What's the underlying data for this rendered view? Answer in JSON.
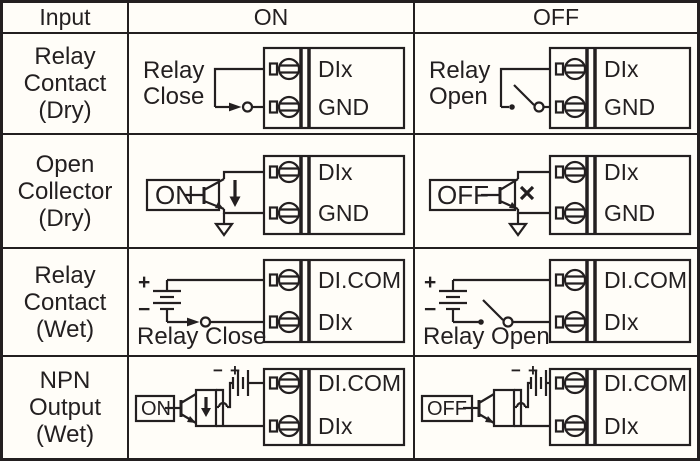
{
  "colors": {
    "ink": "#231f20",
    "bg": "#fffdf8"
  },
  "header": {
    "input": "Input",
    "on": "ON",
    "off": "OFF"
  },
  "rows": [
    {
      "label_lines": [
        "Relay",
        "Contact",
        "(Dry)"
      ],
      "on": {
        "line1": "Relay",
        "line2": "Close",
        "switch_state": "closed",
        "terminal_top": "DIx",
        "terminal_bottom": "GND"
      },
      "off": {
        "line1": "Relay",
        "line2": "Open",
        "switch_state": "open",
        "terminal_top": "DIx",
        "terminal_bottom": "GND"
      }
    },
    {
      "label_lines": [
        "Open",
        "Collector",
        "(Dry)"
      ],
      "on": {
        "source": "ON",
        "current_symbol": "down-arrow",
        "terminal_top": "DIx",
        "terminal_bottom": "GND"
      },
      "off": {
        "source": "OFF",
        "current_symbol": "cross",
        "terminal_top": "DIx",
        "terminal_bottom": "GND"
      }
    },
    {
      "label_lines": [
        "Relay",
        "Contact",
        "(Wet)"
      ],
      "on": {
        "plus": "+",
        "minus": "−",
        "switch_label": "Relay Close",
        "switch_state": "closed",
        "terminal_top": "DI.COM",
        "terminal_bottom": "DIx"
      },
      "off": {
        "plus": "+",
        "minus": "−",
        "switch_label": "Relay Open",
        "switch_state": "open",
        "terminal_top": "DI.COM",
        "terminal_bottom": "DIx"
      }
    },
    {
      "label_lines": [
        "NPN",
        "Output",
        "(Wet)"
      ],
      "on": {
        "source": "ON",
        "minus": "−",
        "plus": "+",
        "current_symbol": "down-arrow",
        "terminal_top": "DI.COM",
        "terminal_bottom": "DIx"
      },
      "off": {
        "source": "OFF",
        "minus": "−",
        "plus": "+",
        "current_symbol": "none",
        "terminal_top": "DI.COM",
        "terminal_bottom": "DIx"
      }
    }
  ]
}
